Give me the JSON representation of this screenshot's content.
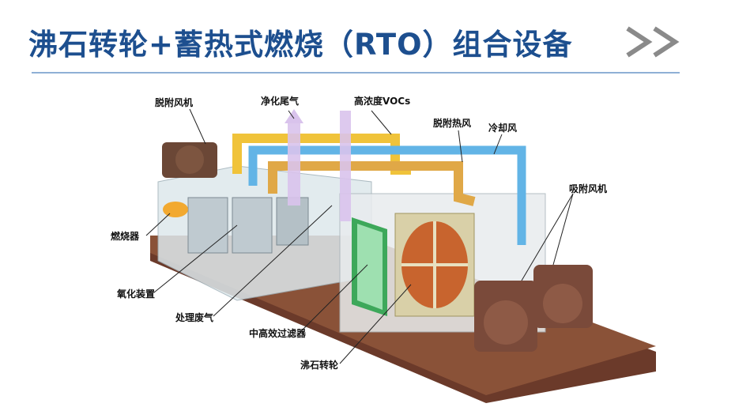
{
  "header": {
    "title": "沸石转轮+蓄热式燃烧（RTO）组合设备",
    "nav_icon": "double-chevron-right-icon"
  },
  "colors": {
    "title": "#1d4f8f",
    "hot_duct": "#f0c33a",
    "cold_duct": "#62b4e6",
    "clean_exhaust": "#d9c3ec",
    "rotor": "#c8642e",
    "base": "#6b3a2a"
  },
  "labels": {
    "desorption_fan": "脱附风机",
    "clean_exhaust": "净化尾气",
    "high_conc_voc": "高浓度VOCs",
    "desorption_hot_air": "脱附热风",
    "cooling_air": "冷却风",
    "suction_fan": "吸附风机",
    "burner": "燃烧器",
    "oxidizer": "氧化装置",
    "treated_gas": "处理废气",
    "filter": "中高效过滤器",
    "zeolite_rotor": "沸石转轮"
  }
}
